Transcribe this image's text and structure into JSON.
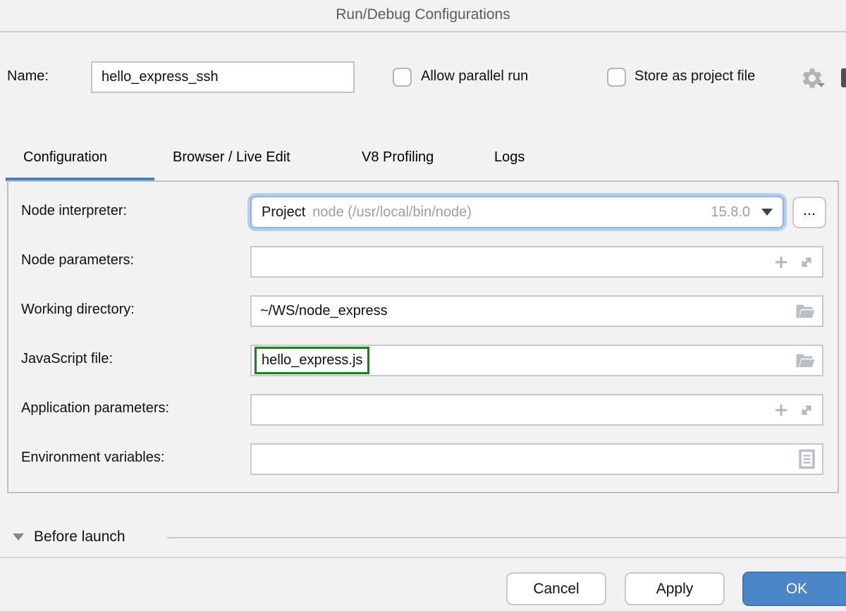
{
  "window": {
    "title": "Run/Debug Configurations"
  },
  "header": {
    "name_label": "Name:",
    "name_value": "hello_express_ssh",
    "allow_parallel_label": "Allow parallel run",
    "store_as_project_label": "Store as project file"
  },
  "tabs": {
    "items": [
      {
        "label": "Configuration",
        "active": true
      },
      {
        "label": "Browser / Live Edit",
        "active": false
      },
      {
        "label": "V8 Profiling",
        "active": false
      },
      {
        "label": "Logs",
        "active": false
      }
    ]
  },
  "form": {
    "node_interpreter": {
      "label": "Node interpreter:",
      "value": "Project",
      "detail": "node (/usr/local/bin/node)",
      "version": "15.8.0",
      "browse_label": "..."
    },
    "node_parameters": {
      "label": "Node parameters:",
      "value": ""
    },
    "working_directory": {
      "label": "Working directory:",
      "value": "~/WS/node_express"
    },
    "javascript_file": {
      "label": "JavaScript file:",
      "value": "hello_express.js"
    },
    "application_parameters": {
      "label": "Application parameters:",
      "value": ""
    },
    "environment_variables": {
      "label": "Environment variables:",
      "value": ""
    }
  },
  "before_launch": {
    "label": "Before launch"
  },
  "footer": {
    "cancel_label": "Cancel",
    "apply_label": "Apply",
    "ok_label": "OK"
  },
  "colors": {
    "background": "#f2f2f2",
    "tab_accent_blue": "#4184c8",
    "focus_ring_blue": "#b3cfed",
    "ok_button_blue": "#4a86c8",
    "filename_highlight_green": "#0c8a10",
    "muted_text_gray": "#9e9e9e"
  }
}
